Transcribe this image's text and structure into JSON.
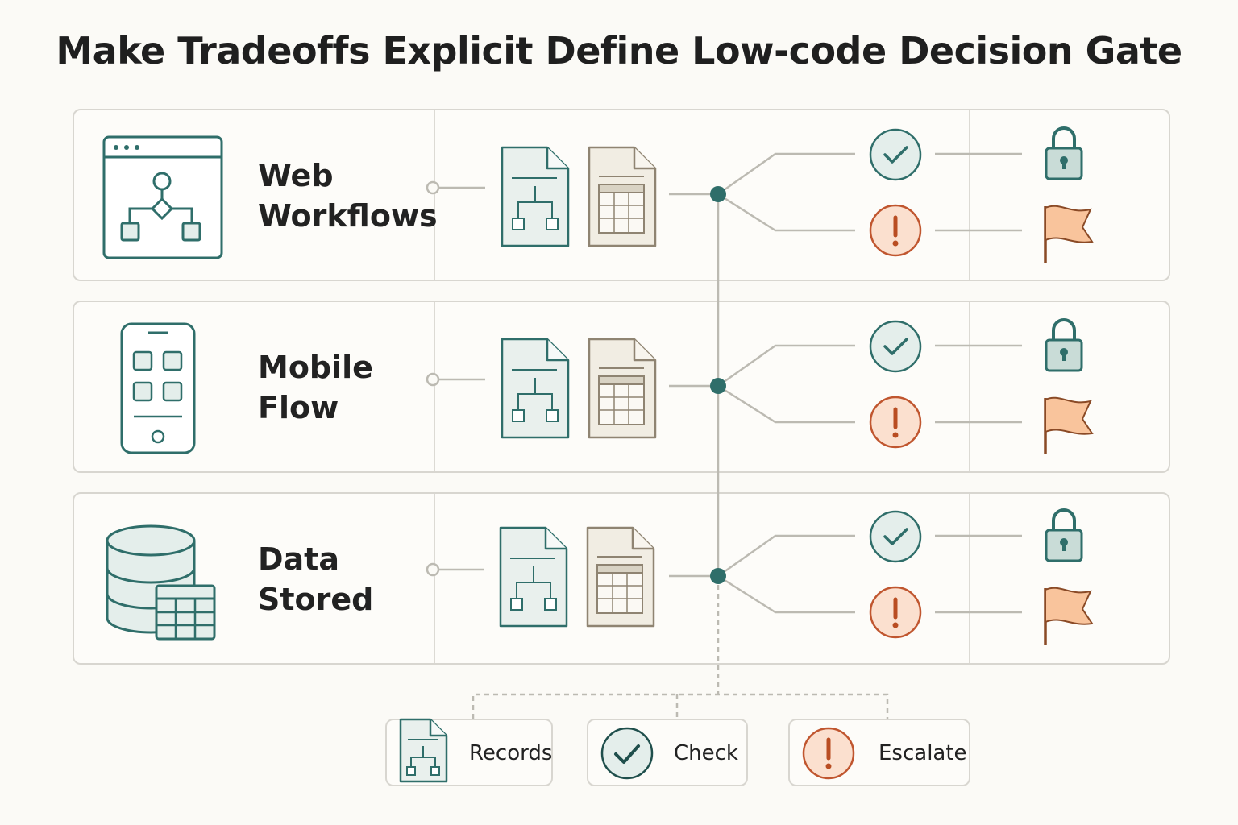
{
  "title": "Make Tradeoffs Explicit Define Low-code Decision Gate",
  "rows": [
    {
      "line1": "Web",
      "line2": "Workflows",
      "icon": "browser-workflow-icon"
    },
    {
      "line1": "Mobile",
      "line2": "Flow",
      "icon": "mobile-app-icon"
    },
    {
      "line1": "Data",
      "line2": "Stored",
      "icon": "database-icon"
    }
  ],
  "legend": {
    "records": "Records",
    "check": "Check",
    "escalate": "Escalate"
  },
  "colors": {
    "teal": "#2f6e6a",
    "teal_fill": "#e4eeeb",
    "tan": "#8f8472",
    "tan_fill": "#f1ede3",
    "alert": "#c0562f",
    "alert_fill": "#fbe0cf",
    "flag": "#f9c49c",
    "flag_stroke": "#8a4a26",
    "line": "#bcbab2"
  }
}
